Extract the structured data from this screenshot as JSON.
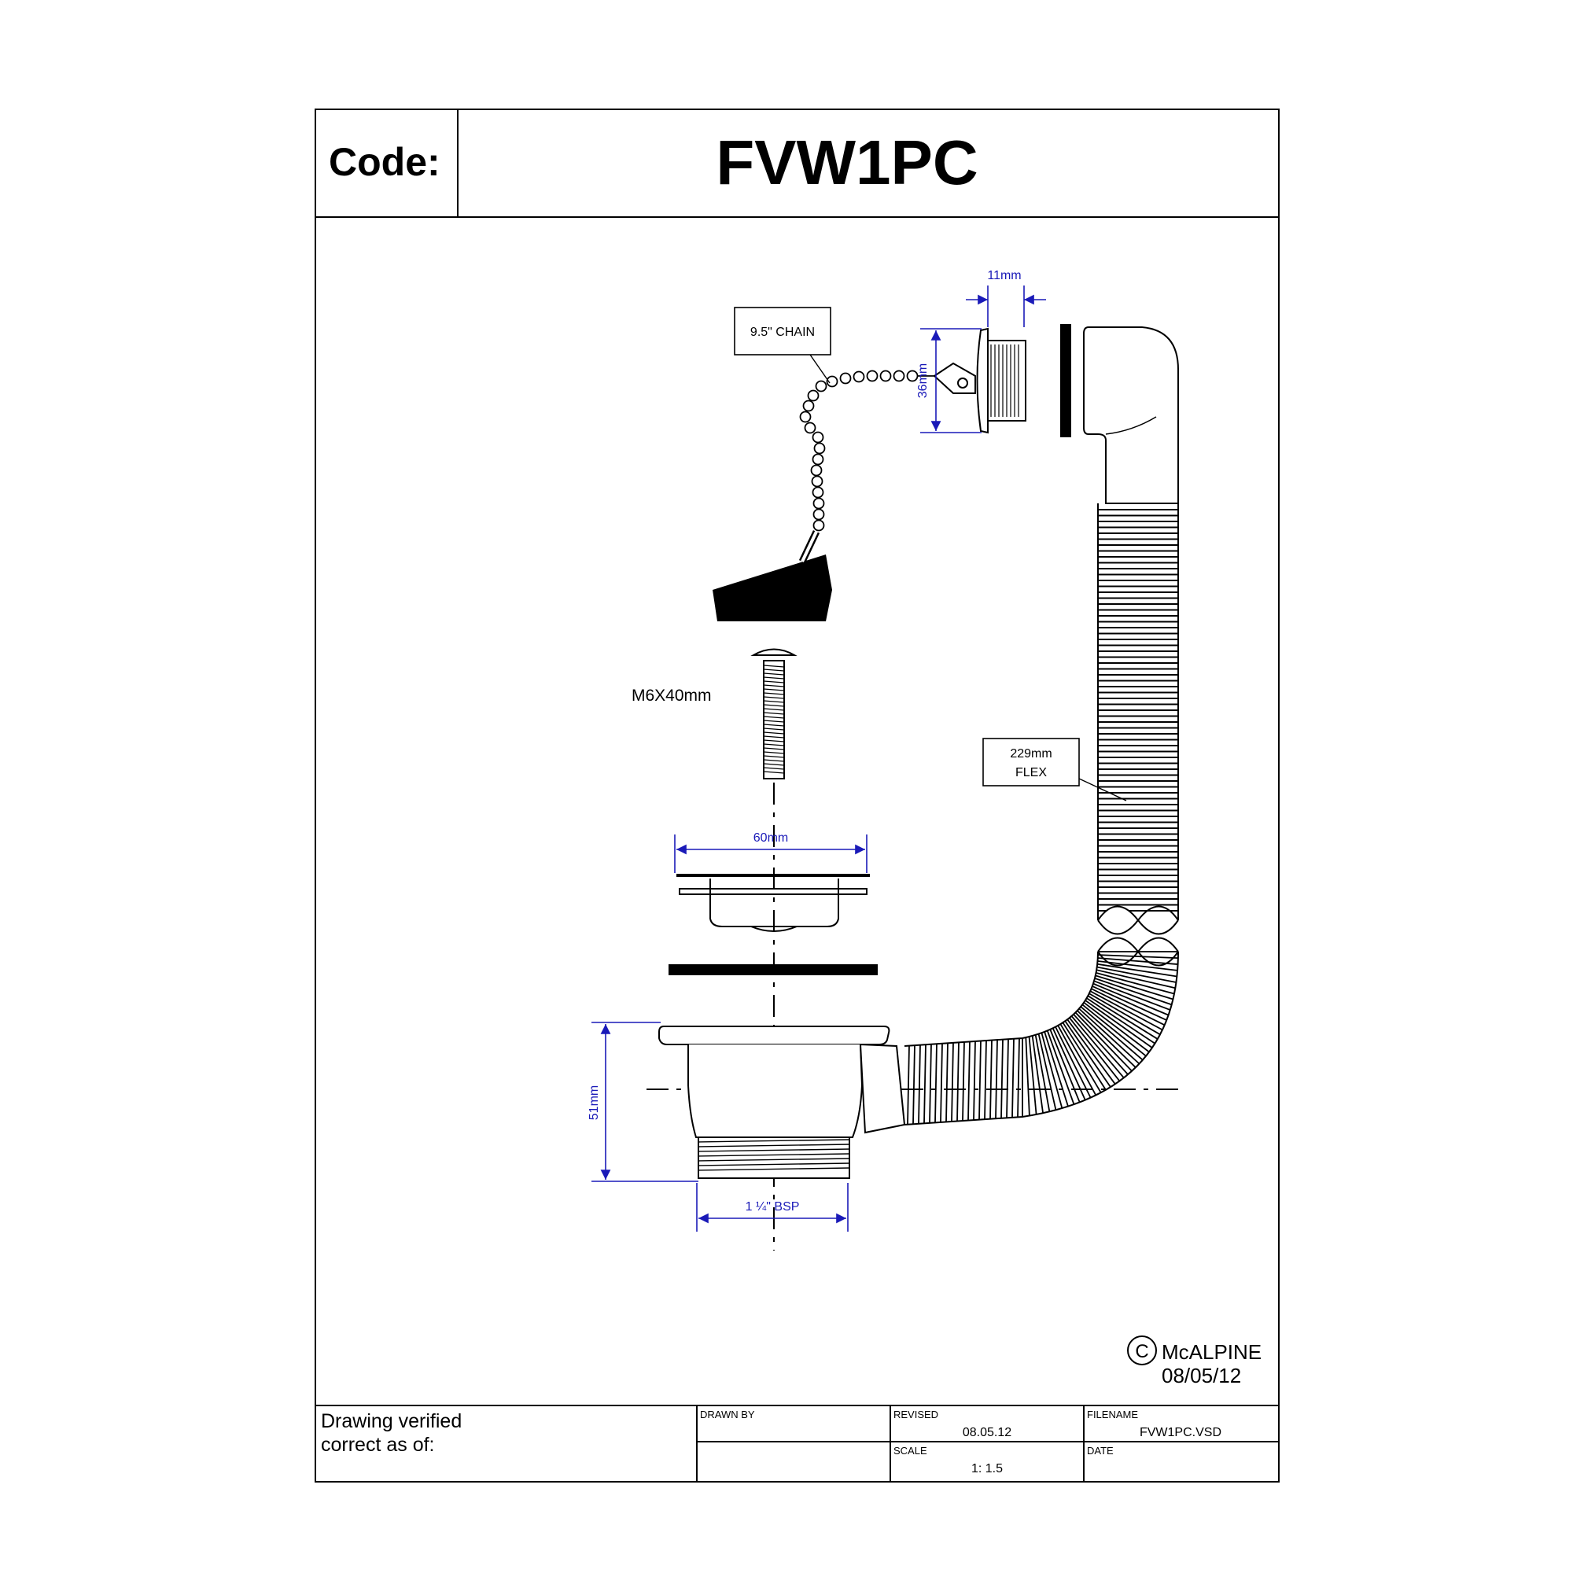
{
  "header": {
    "code_label": "Code:",
    "product_code": "FVW1PC"
  },
  "labels": {
    "chain": "9.5\" CHAIN",
    "screw": "M6X40mm",
    "flex_line1": "229mm",
    "flex_line2": "FLEX"
  },
  "dimensions": {
    "overflow_depth": "11mm",
    "overflow_dia": "36mm",
    "grid_dia": "60mm",
    "waste_height": "51mm",
    "thread": "1 ¼\" BSP"
  },
  "copyright": {
    "symbol": "C",
    "company": "McALPINE",
    "date": "08/05/12"
  },
  "title_block": {
    "verified_line1": "Drawing verified",
    "verified_line2": "correct as of:",
    "drawn_by_label": "DRAWN BY",
    "drawn_by_value": "",
    "revised_label": "REVISED",
    "revised_value": "08.05.12",
    "filename_label": "FILENAME",
    "filename_value": "FVW1PC.VSD",
    "scale_label": "SCALE",
    "scale_value": "1: 1.5",
    "date_label": "DATE",
    "date_value": ""
  },
  "colors": {
    "dimension": "#1a1ab8",
    "ink": "#000000"
  }
}
